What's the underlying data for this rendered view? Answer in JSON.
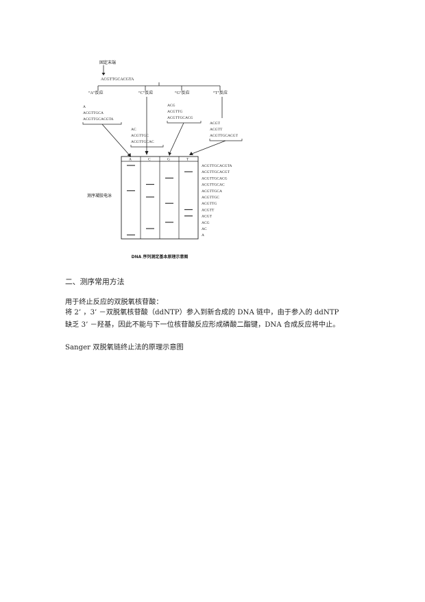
{
  "figure": {
    "top_label": "固定末端",
    "template": "ACGTTGCACGTA",
    "reactions": [
      "“A”反应",
      "“C”反应",
      "“G”反应",
      "“T”反应"
    ],
    "fragments_A": [
      "A",
      "ACGTTGCA",
      "ACGTTGCACGTA"
    ],
    "fragments_C": [
      "AC",
      "ACGTTGC",
      "ACGTTGCAC"
    ],
    "fragments_G": [
      "ACG",
      "ACGTTG",
      "ACGTTGCACG"
    ],
    "fragments_T": [
      "ACGT",
      "ACGTT",
      "ACGTTGCACGT"
    ],
    "lanes": [
      "A",
      "C",
      "G",
      "T"
    ],
    "gel_label": "测序凝胶电泳",
    "band_labels": [
      "ACGTTGCACGTA",
      "ACGTTGCACGT",
      "ACGTTGCACG",
      "ACGTTGCAC",
      "ACGTTGCA",
      "ACGTTGC",
      "ACGTTG",
      "ACGTT",
      "ACGT",
      "ACG",
      "AC",
      "A"
    ],
    "bands_lane": [
      "A",
      "T",
      "G",
      "C",
      "A",
      "C",
      "G",
      "T",
      "T",
      "G",
      "C",
      "A"
    ],
    "caption": "DNA 序列测定基本原理示意图"
  },
  "text": {
    "heading": "二、测序常用方法",
    "intro": "用于终止反应的双脱氧核苷酸：",
    "body_line1": "将 2’ ，3’ －双脱氧核苷酸（ddNTP）参入到新合成的 DNA 链中，由于参入的 ddNTP",
    "body_line2": "缺乏 3’ －羟基，因此不能与下一位核苷酸反应形成磷酸二酯键，DNA 合成反应将中止。",
    "caption2": "Sanger 双脱氧链终止法的原理示意图"
  }
}
